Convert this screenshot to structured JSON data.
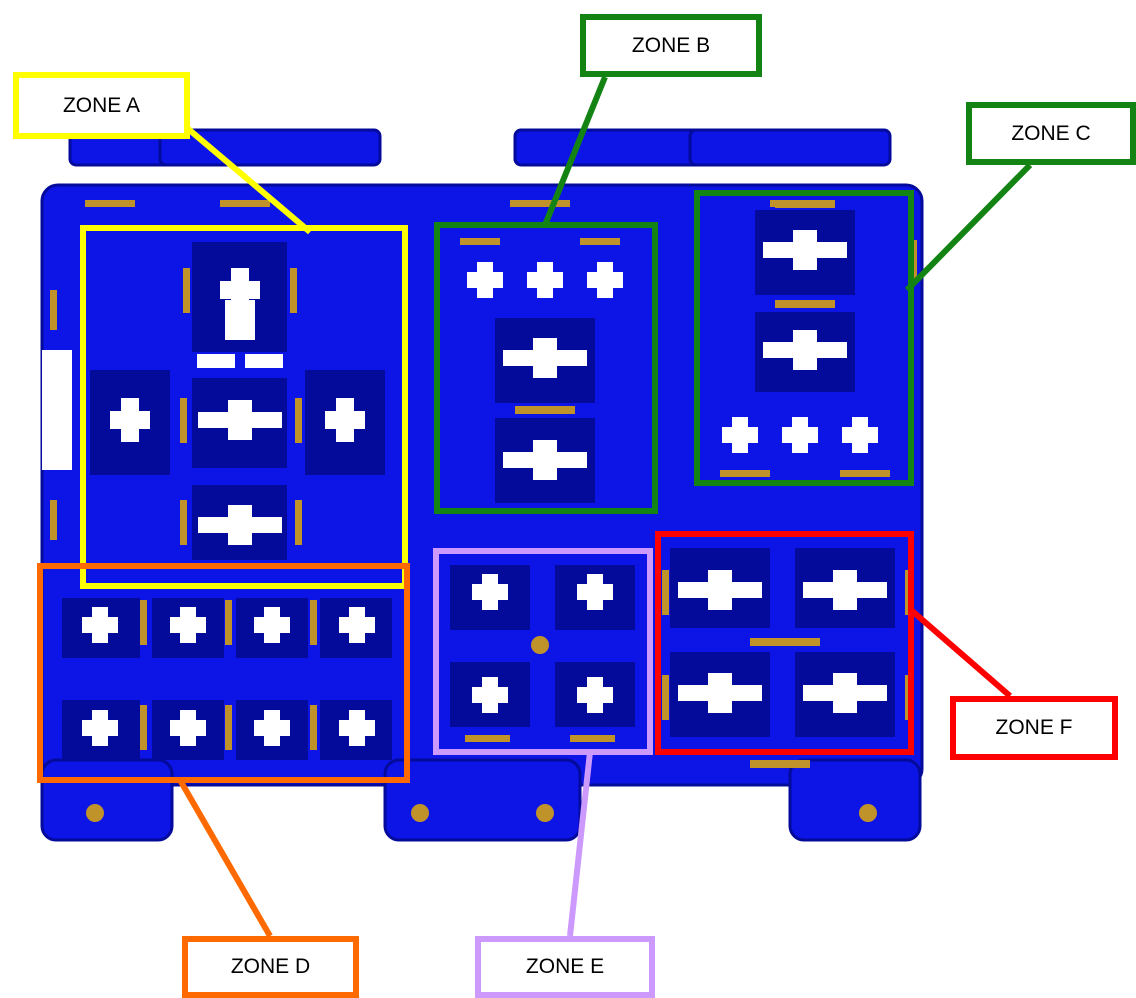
{
  "zones": {
    "a": {
      "label": "ZONE A",
      "color": "#ffff00"
    },
    "b": {
      "label": "ZONE B",
      "color": "#138413"
    },
    "c": {
      "label": "ZONE C",
      "color": "#138413"
    },
    "d": {
      "label": "ZONE D",
      "color": "#ff6a00"
    },
    "e": {
      "label": "ZONE E",
      "color": "#cc99ff"
    },
    "f": {
      "label": "ZONE F",
      "color": "#ff0000"
    }
  },
  "colors": {
    "housing": "#0c14e6",
    "housing_dark": "#040a9a",
    "cavity": "#ffffff",
    "latch": "#c0922a"
  }
}
